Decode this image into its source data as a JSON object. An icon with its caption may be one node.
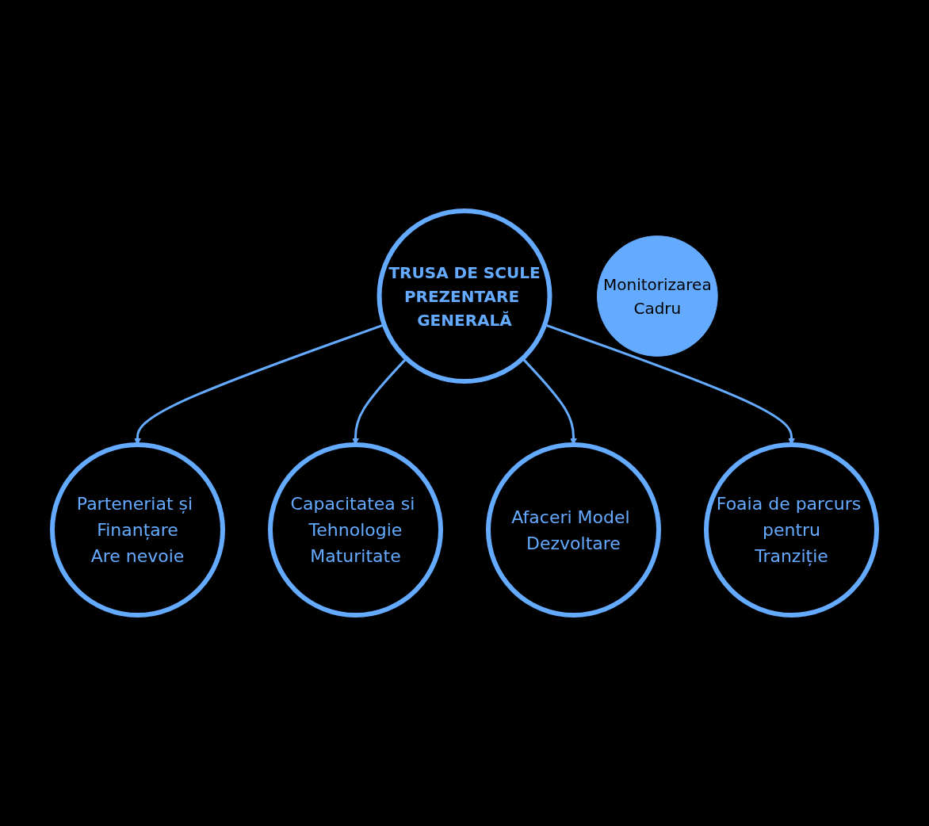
{
  "diagram": {
    "nodes": [
      {
        "text": [
          "Parteneriat și Finanțare",
          "Are nevoie"
        ]
      },
      {
        "text": [
          "Capacitatea si Tehnologie",
          "Maturitate"
        ]
      },
      {
        "text": [
          "TRUSA DE SCULE",
          "PREZENTARE GENERALĂ"
        ]
      },
      {
        "text": [
          "Afaceri Model Dezvoltare"
        ]
      },
      {
        "text": [
          "Foaia de parcurs pentru",
          "Tranziție"
        ]
      },
      {
        "text": [
          "Monitorizarea",
          "Cadru"
        ]
      }
    ],
    "edges": [
      {
        "from": 2,
        "to": 0,
        "arrow": "to"
      },
      {
        "from": 2,
        "to": 1,
        "arrow": "to"
      },
      {
        "from": 2,
        "to": 3,
        "arrow": "to"
      },
      {
        "from": 2,
        "to": 4,
        "arrow": "to"
      }
    ]
  }
}
